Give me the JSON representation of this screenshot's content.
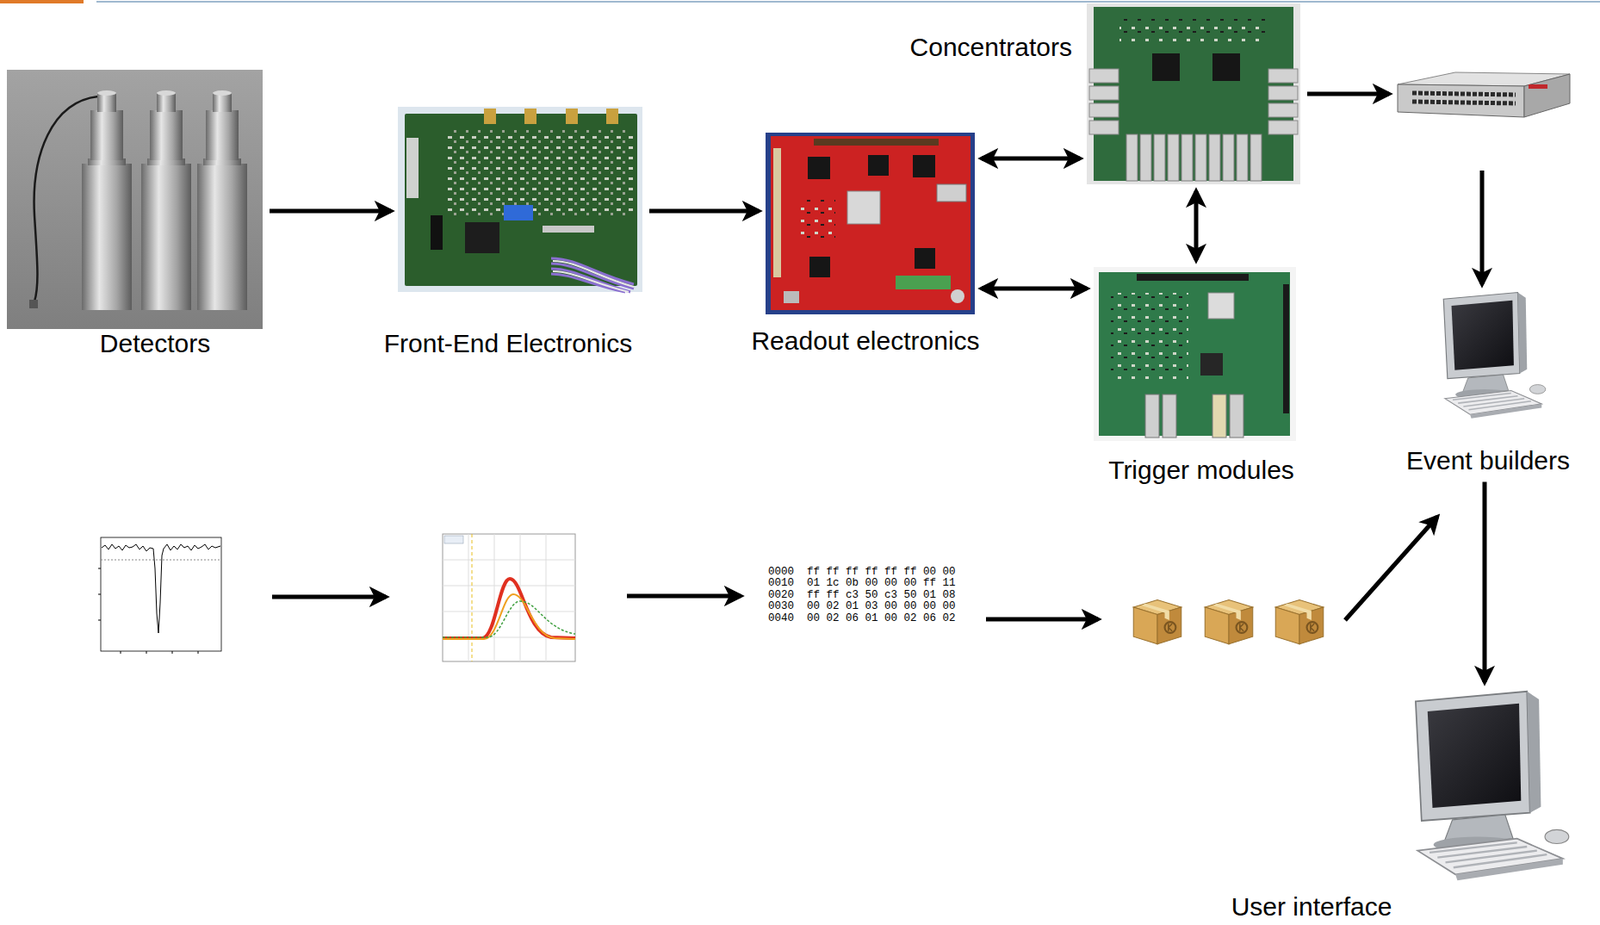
{
  "diagram": {
    "nodes": [
      {
        "text": [
          "Detectors"
        ]
      },
      {
        "text": [
          "Front-End Electronics"
        ]
      },
      {
        "text": [
          "Readout electronics"
        ]
      },
      {
        "text": [
          "Concentrators"
        ]
      },
      {
        "text": [
          "Trigger modules"
        ]
      },
      {
        "text": [
          "Event builders"
        ]
      },
      {
        "text": [
          "User interface"
        ]
      }
    ],
    "edges": [
      {
        "from": 0,
        "to": 1,
        "arrow": "to"
      },
      {
        "from": 1,
        "to": 2,
        "arrow": "to"
      },
      {
        "from": 2,
        "to": 3,
        "arrow": "both"
      },
      {
        "from": 2,
        "to": 4,
        "arrow": "both"
      },
      {
        "from": 3,
        "to": 4,
        "arrow": "both"
      },
      {
        "from": 3,
        "to": 5,
        "arrow": "to"
      },
      {
        "from": 5,
        "to": 6,
        "arrow": "to"
      }
    ],
    "labels": [
      "0000  ff ff ff ff ff ff 00 00",
      "0010  01 1c 0b 00 00 00 ff 11",
      "0020  ff ff c3 50 c3 50 01 08",
      "0030  00 02 01 03 00 00 00 00",
      "0040  00 02 06 01 00 02 06 02"
    ]
  }
}
